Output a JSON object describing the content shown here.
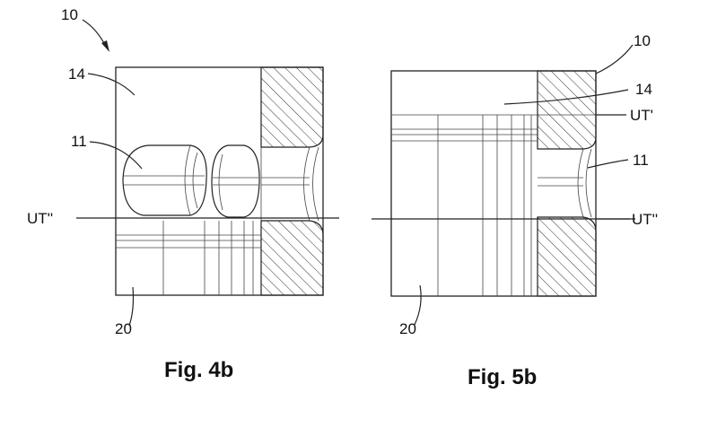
{
  "figures": [
    {
      "caption": "Fig. 4b",
      "labels": {
        "device": "10",
        "region_top": "14",
        "element": "11",
        "level": "UT''",
        "region_bottom": "20"
      }
    },
    {
      "caption": "Fig. 5b",
      "labels": {
        "device": "10",
        "region_top": "14",
        "level_upper": "UT'",
        "element": "11",
        "level": "UT''",
        "region_bottom": "20"
      }
    }
  ]
}
